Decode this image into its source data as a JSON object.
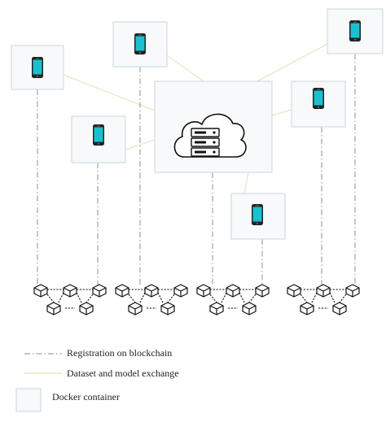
{
  "colors": {
    "container_fill": "#f7f9fb",
    "container_border": "#d4dbe3",
    "exchange_line": "#e6dfb8",
    "registration_line": "#8f8f8f",
    "device_screen": "#19c1cf",
    "icon_stroke": "#111111"
  },
  "nodes": {
    "server": {
      "icon": "cloud-server-icon"
    },
    "devices": [
      {
        "icon": "smartphone-icon"
      },
      {
        "icon": "smartphone-icon"
      },
      {
        "icon": "smartphone-icon"
      },
      {
        "icon": "smartphone-icon"
      },
      {
        "icon": "smartphone-icon"
      },
      {
        "icon": "smartphone-icon"
      }
    ],
    "blockchain_clusters": [
      {
        "icon": "blockchain-network-icon"
      },
      {
        "icon": "blockchain-network-icon"
      },
      {
        "icon": "blockchain-network-icon"
      },
      {
        "icon": "blockchain-network-icon"
      }
    ]
  },
  "legend": {
    "registration": "Registration on blockchain",
    "exchange": "Dataset and model exchange",
    "container": "Docker container"
  }
}
